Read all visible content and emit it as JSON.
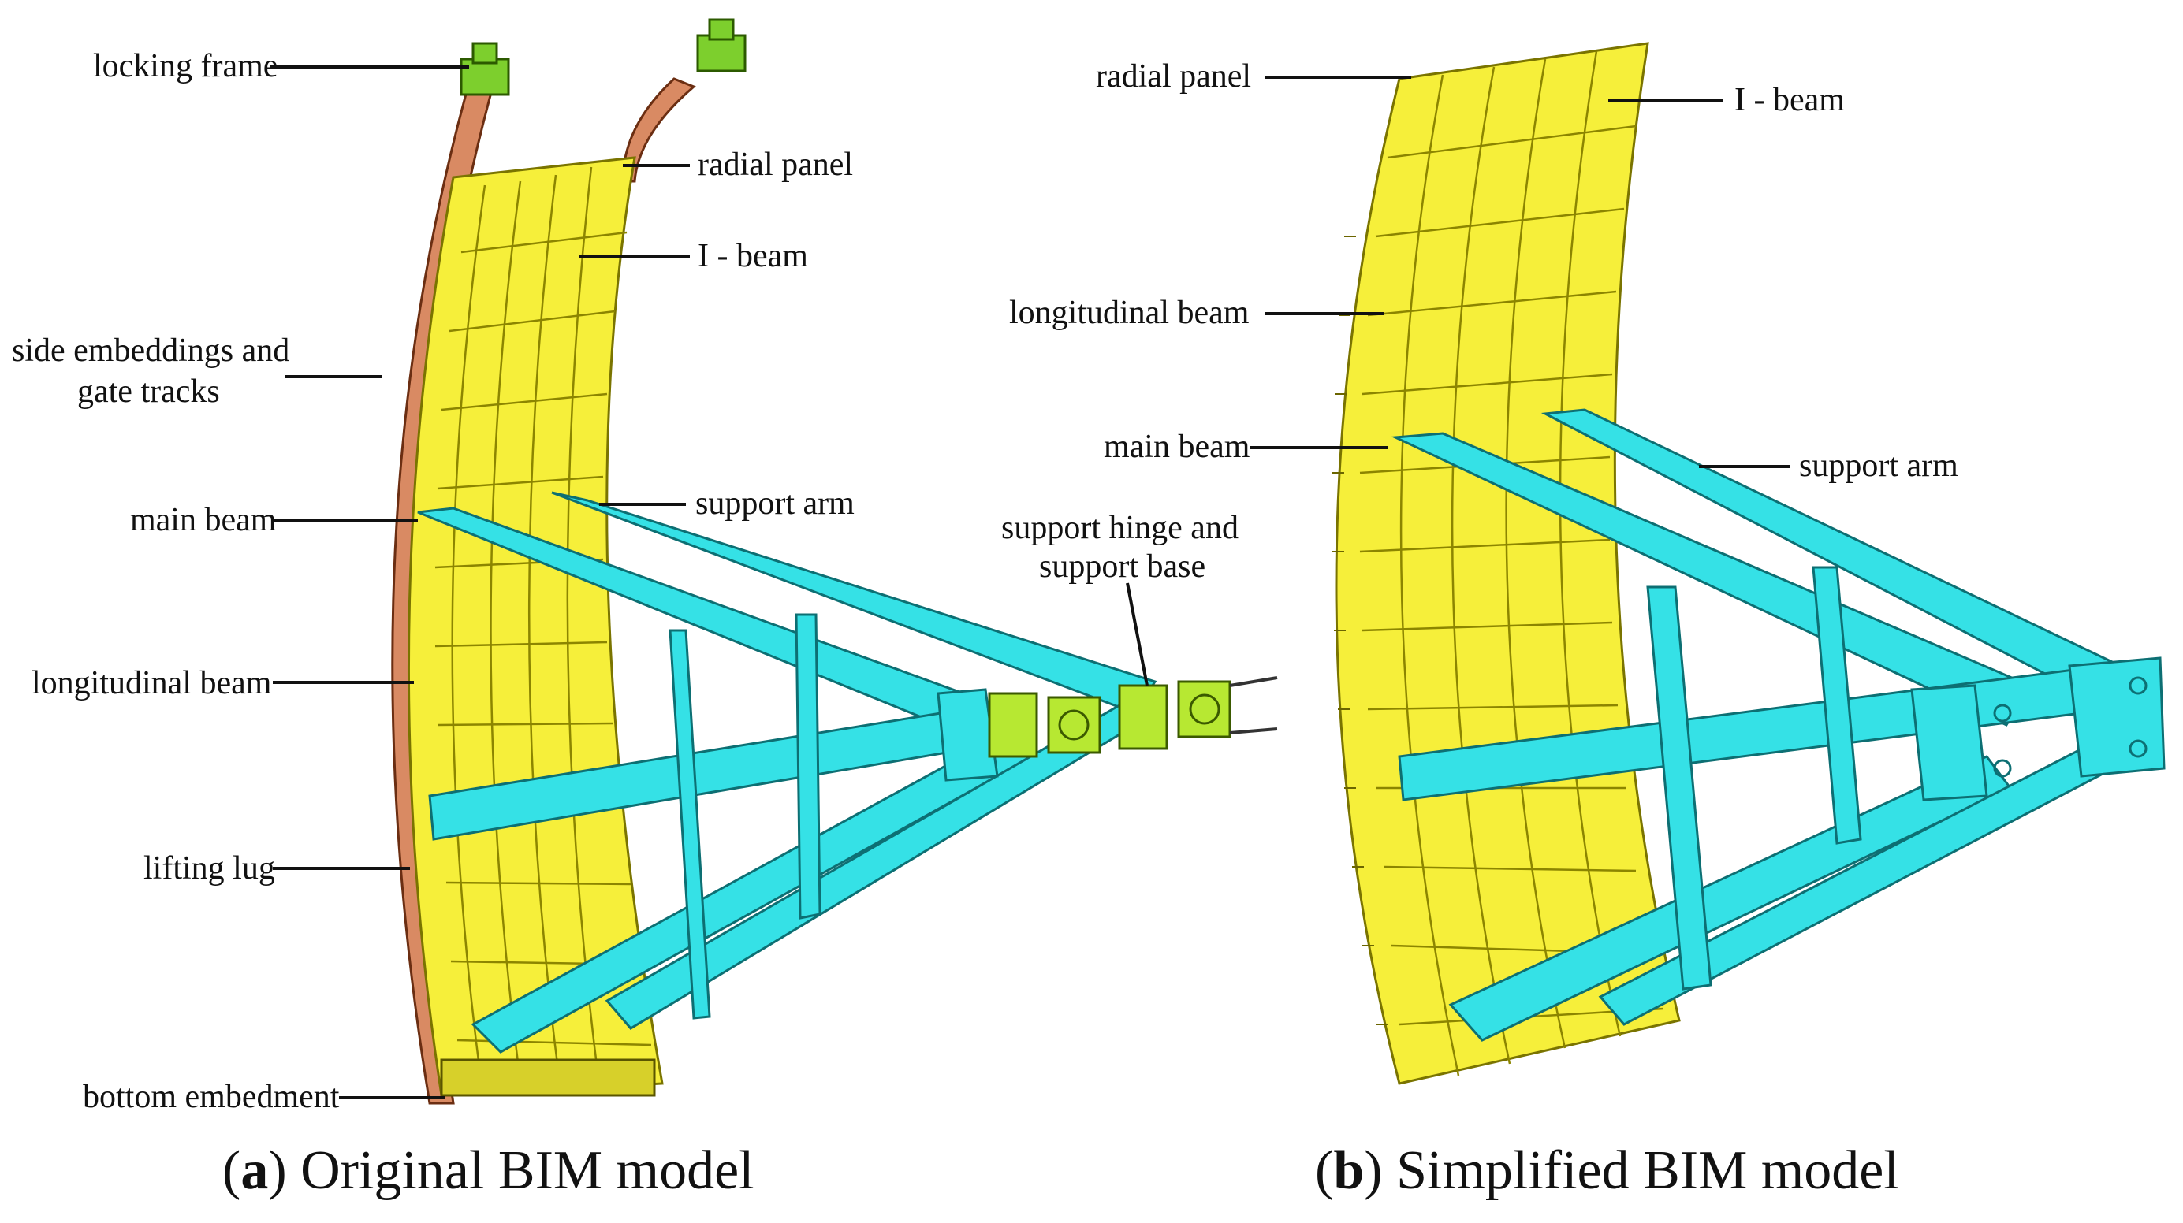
{
  "panel_a": {
    "caption_letter": "a",
    "caption_text": "Original BIM model",
    "labels": {
      "locking_frame": "locking frame",
      "radial_panel": "radial panel",
      "i_beam": "I - beam",
      "side_embeddings_line1": "side embeddings and",
      "side_embeddings_line2": "gate tracks",
      "main_beam": "main beam",
      "support_arm": "support arm",
      "support_hinge_line1": "support hinge and",
      "support_hinge_line2": "support base",
      "longitudinal_beam": "longitudinal  beam",
      "lifting_lug": "lifting lug",
      "bottom_embedment": "bottom embedment"
    }
  },
  "panel_b": {
    "caption_letter": "b",
    "caption_text": "Simplified BIM model",
    "labels": {
      "radial_panel": "radial panel",
      "i_beam": "I - beam",
      "longitudinal_beam": "longitudinal  beam",
      "main_beam": "main beam",
      "support_arm": "support arm"
    }
  },
  "colors": {
    "panel_yellow": "#f6ef3a",
    "arm_cyan": "#35e1e6",
    "locking_frame_green": "#7dcf2d",
    "hinge_green": "#b7e832",
    "track_brown": "#d98a63"
  }
}
